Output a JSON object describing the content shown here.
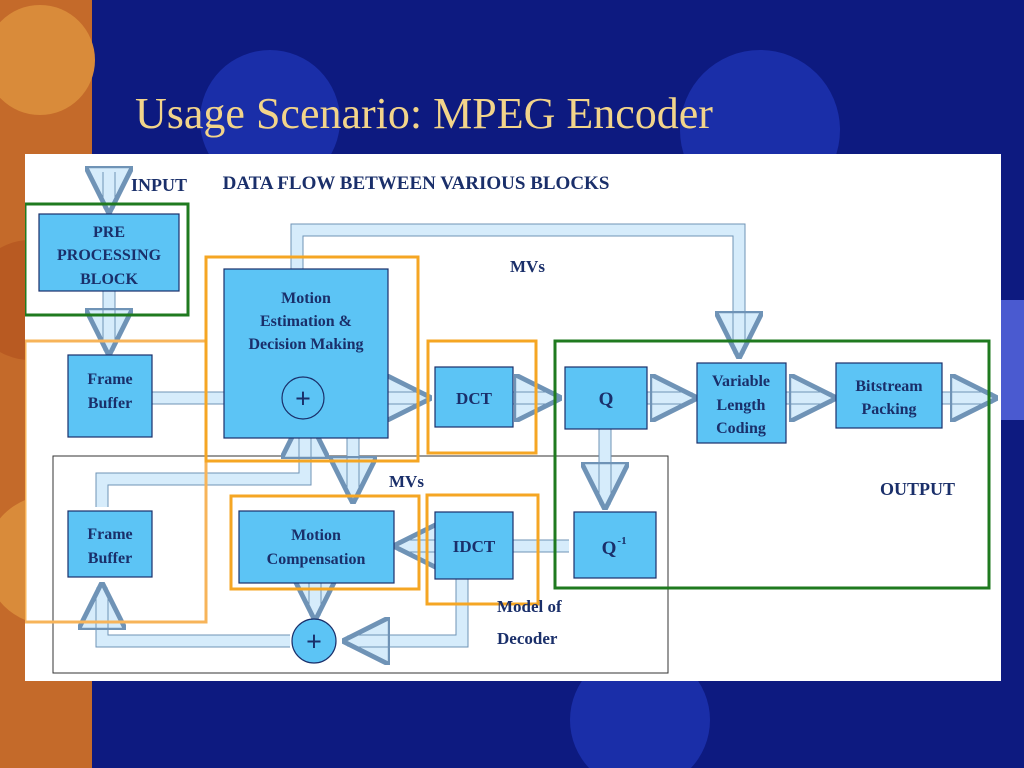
{
  "slide": {
    "title": "Usage Scenario: MPEG Encoder"
  },
  "diagram": {
    "heading": "DATA FLOW BETWEEN VARIOUS BLOCKS",
    "input_label": "INPUT",
    "output_label": "OUTPUT",
    "mvs_label_top": "MVs",
    "mvs_label_mid": "MVs",
    "decoder_model_line1": "Model of",
    "decoder_model_line2": "Decoder",
    "plus_symbol": "+",
    "blocks": {
      "pre_processing": [
        "PRE",
        "PROCESSING",
        "BLOCK"
      ],
      "frame_buffer_top": [
        "Frame",
        "Buffer"
      ],
      "motion_estimation": [
        "Motion",
        "Estimation &",
        "Decision Making"
      ],
      "dct": "DCT",
      "quantizer": "Q",
      "vlc": [
        "Variable",
        "Length",
        "Coding"
      ],
      "bitstream": [
        "Bitstream",
        "Packing"
      ],
      "frame_buffer_bottom": [
        "Frame",
        "Buffer"
      ],
      "motion_compensation": [
        "Motion",
        "Compensation"
      ],
      "idct": "IDCT",
      "inv_quantizer": "Q",
      "inv_quantizer_sup": "-1"
    },
    "colors": {
      "block_fill": "#5cc4f5",
      "block_stroke": "#1a2f6a",
      "arrow_fill": "#d6ecfb",
      "arrow_stroke": "#6f93b6",
      "text": "#1a2f6a",
      "orange_frame": "#f5a623",
      "green_frame": "#1f7a1f",
      "background": "#0d1a80",
      "title": "#f2d48a"
    }
  }
}
